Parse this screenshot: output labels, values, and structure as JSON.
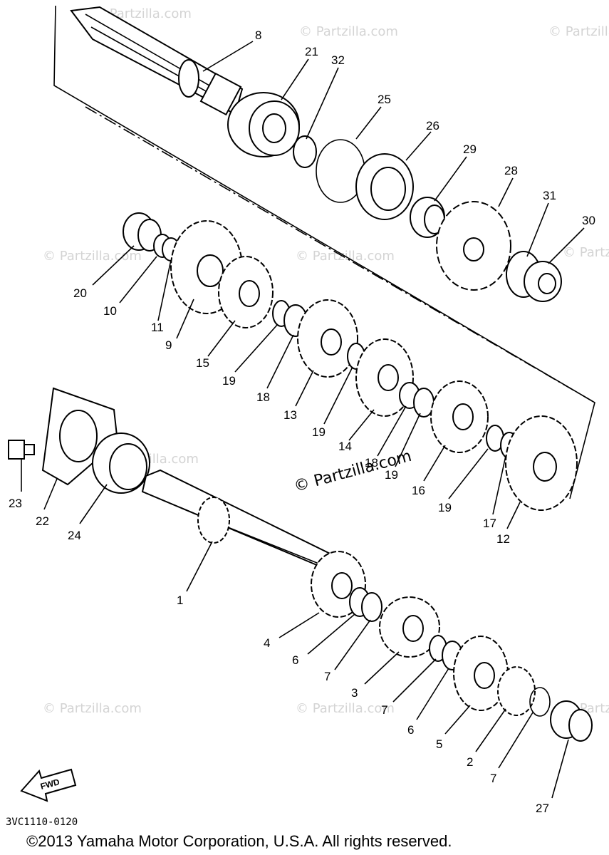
{
  "watermark": "© Partzilla.com",
  "diagram_code": "3VC1110-0120",
  "copyright": "©2013 Yamaha Motor Corporation, U.S.A. All rights reserved.",
  "fwd_label": "FWD",
  "callouts": [
    "1",
    "2",
    "3",
    "4",
    "5",
    "6",
    "7",
    "8",
    "9",
    "10",
    "11",
    "12",
    "13",
    "14",
    "15",
    "16",
    "17",
    "18",
    "19",
    "20",
    "21",
    "22",
    "23",
    "24",
    "25",
    "26",
    "27",
    "28",
    "29",
    "30",
    "31",
    "32"
  ]
}
